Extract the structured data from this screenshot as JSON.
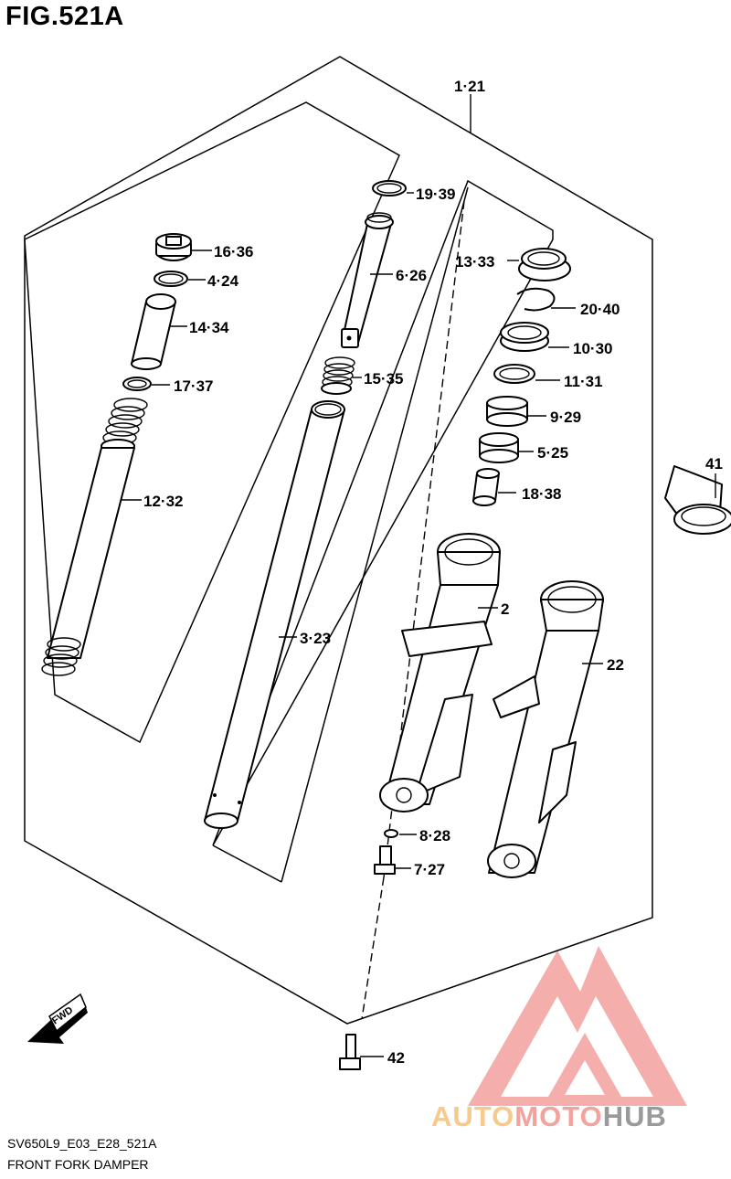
{
  "title": "FIG.521A",
  "footer": {
    "code": "SV650L9_E03_E28_521A",
    "name": "FRONT FORK DAMPER"
  },
  "watermark": {
    "parts": [
      "AUTO",
      "MOTO",
      "HUB"
    ],
    "colors": {
      "auto": "#f7c98a",
      "moto": "#f3a29e",
      "hub": "#9a9a9a",
      "logo": "#f08c88"
    }
  },
  "fwd_label": "FWD",
  "callouts": {
    "c1": "1·21",
    "c2": "2",
    "c3": "3·23",
    "c4": "4·24",
    "c5": "5·25",
    "c6": "6·26",
    "c7": "7·27",
    "c8": "8·28",
    "c9": "9·29",
    "c10": "10·30",
    "c11": "11·31",
    "c12": "12·32",
    "c13": "13·33",
    "c14": "14·34",
    "c15": "15·35",
    "c16": "16·36",
    "c17": "17·37",
    "c18": "18·38",
    "c19": "19·39",
    "c20": "20·40",
    "c22": "22",
    "c41": "41",
    "c42": "42"
  }
}
